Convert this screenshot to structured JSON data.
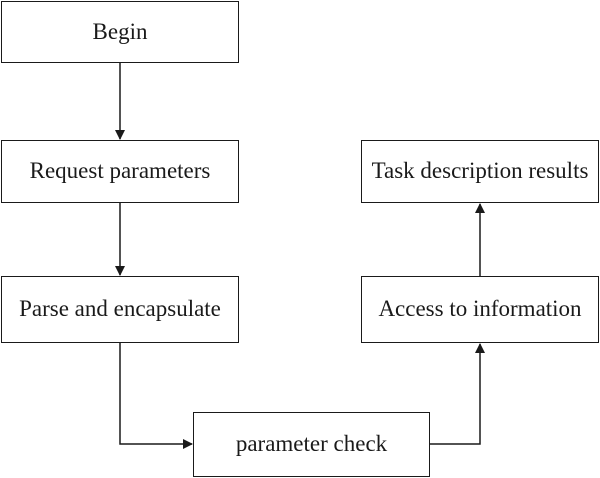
{
  "nodes": {
    "begin": "Begin",
    "request": "Request parameters",
    "parse": "Parse and encapsulate",
    "check": "parameter check",
    "access": "Access to information",
    "task": "Task description results"
  },
  "colors": {
    "stroke": "#1a1a1a",
    "background": "#ffffff"
  }
}
